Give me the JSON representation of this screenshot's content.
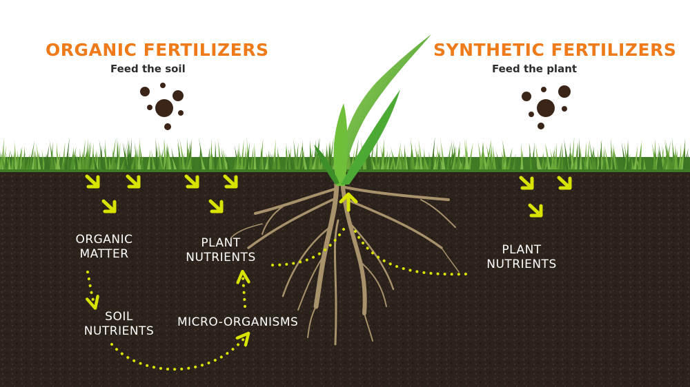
{
  "colors": {
    "heading": "#ee7a1a",
    "subheading": "#2d2d2d",
    "label": "#ffffff",
    "arrow": "#d8e400",
    "soil": "#2c221c",
    "grass": "#4f8f2c",
    "root": "#a8926c",
    "granule": "#3b2418"
  },
  "organic": {
    "title": "ORGANIC FERTILIZERS",
    "subtitle": "Feed the soil",
    "labels": {
      "organic_matter": [
        "ORGANIC",
        "MATTER"
      ],
      "plant_nutrients": [
        "PLANT",
        "NUTRIENTS"
      ],
      "soil_nutrients": [
        "SOIL",
        "NUTRIENTS"
      ],
      "micro_organisms": "MICRO-ORGANISMS"
    }
  },
  "synthetic": {
    "title": "SYNTHETIC FERTILIZERS",
    "subtitle": "Feed the plant",
    "labels": {
      "plant_nutrients": [
        "PLANT",
        "NUTRIENTS"
      ]
    }
  },
  "icons": [
    "fertilizer-granules-icon",
    "down-arrow-icon",
    "dotted-flow-arrow-icon",
    "plant-icon",
    "roots-icon"
  ]
}
